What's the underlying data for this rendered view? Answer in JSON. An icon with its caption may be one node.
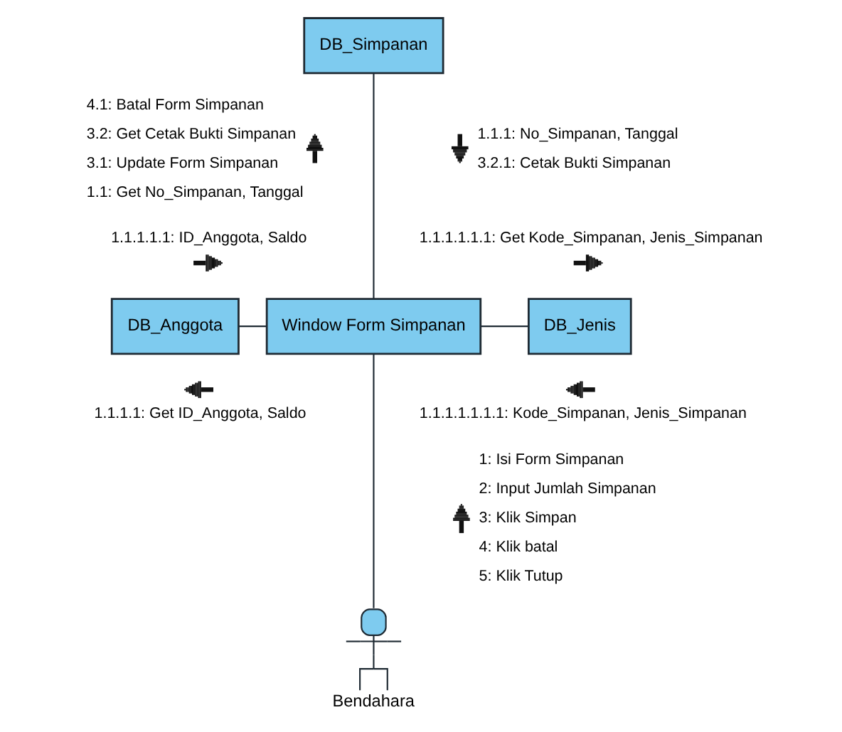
{
  "diagram": {
    "nodes": [
      {
        "text": [
          "DB_Simpanan"
        ]
      },
      {
        "text": [
          "DB_Anggota"
        ]
      },
      {
        "text": [
          "Window Form Simpanan"
        ]
      },
      {
        "text": [
          "DB_Jenis"
        ]
      },
      {
        "text": [
          "Bendahara"
        ]
      }
    ],
    "edges": [
      {
        "from": 0,
        "to": 2,
        "arrow": "none"
      },
      {
        "from": 1,
        "to": 2,
        "arrow": "none"
      },
      {
        "from": 2,
        "to": 3,
        "arrow": "none"
      },
      {
        "from": 2,
        "to": 4,
        "arrow": "none"
      }
    ],
    "labels": [
      "4.1: Batal Form Simpanan",
      "3.2: Get Cetak Bukti Simpanan",
      "3.1: Update Form Simpanan",
      "1.1: Get No_Simpanan, Tanggal",
      "1.1.1: No_Simpanan, Tanggal",
      "3.2.1: Cetak Bukti Simpanan",
      "1.1.1.1.1: ID_Anggota, Saldo",
      "1.1.1.1.1.1: Get Kode_Simpanan, Jenis_Simpanan",
      "1.1.1.1: Get ID_Anggota, Saldo",
      "1.1.1.1.1.1.1: Kode_Simpanan, Jenis_Simpanan",
      "1: Isi Form Simpanan",
      "2: Input Jumlah Simpanan",
      "3: Klik Simpan",
      "4: Klik batal",
      "5: Klik Tutup"
    ]
  }
}
